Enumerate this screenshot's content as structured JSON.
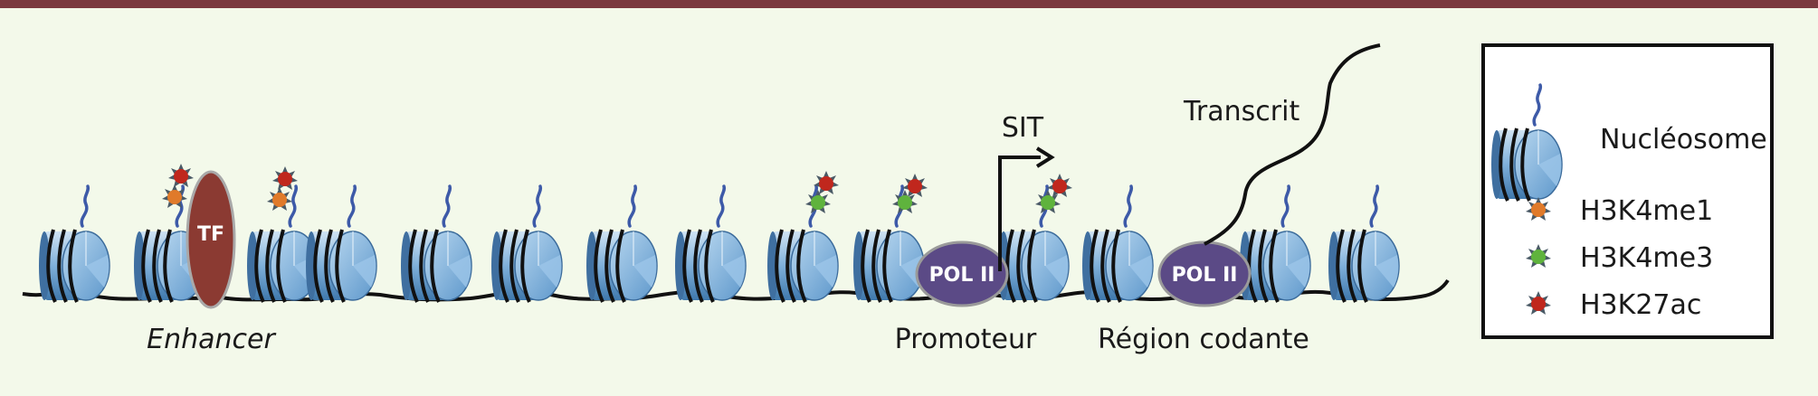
{
  "labels": {
    "enhancer": "Enhancer",
    "promoter": "Promoteur",
    "coding_region": "Région codante",
    "tss": "SIT",
    "transcript": "Transcrit",
    "tf": "TF",
    "pol2_promoter": "POL II",
    "pol2_coding": "POL II"
  },
  "legend": {
    "items": [
      {
        "label": "Nucléosome",
        "symbol": "nucleosome-icon"
      },
      {
        "label": "H3K4me1",
        "symbol": "h3k4me1-mark",
        "color": "#e07a2a"
      },
      {
        "label": "H3K4me3",
        "symbol": "h3k4me3-mark",
        "color": "#5fb33d"
      },
      {
        "label": "H3K27ac",
        "symbol": "h3k27ac-mark",
        "color": "#c0271d"
      }
    ]
  },
  "colors": {
    "background": "#f3f9ea",
    "top_bar": "#7b3a40",
    "nucleosome": "#4f8fc4",
    "tf": "#8b3a32",
    "pol2": "#5b4a86",
    "mark_outline": "#4a5a66",
    "h3k4me1": "#e07a2a",
    "h3k4me3": "#5fb33d",
    "h3k27ac": "#c0271d"
  }
}
